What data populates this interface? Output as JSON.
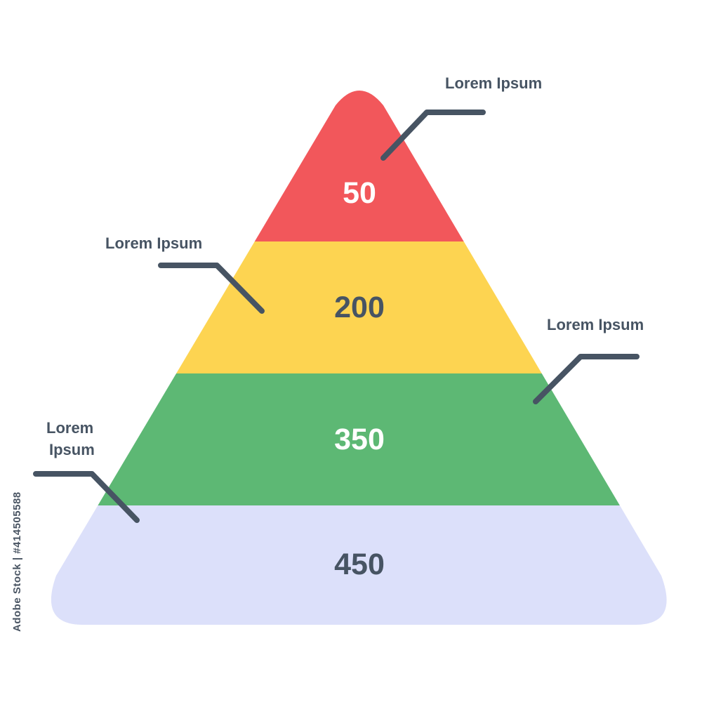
{
  "pyramid": {
    "tiers": [
      {
        "value": "50",
        "color": "#F2575B",
        "text_color": "#FFFFFF"
      },
      {
        "value": "200",
        "color": "#FDD451",
        "text_color": "#475463"
      },
      {
        "value": "350",
        "color": "#5DB874",
        "text_color": "#FFFFFF"
      },
      {
        "value": "450",
        "color": "#DCE0FA",
        "text_color": "#475463"
      }
    ]
  },
  "callouts": {
    "top_right": {
      "label": "Lorem Ipsum"
    },
    "mid_left": {
      "label": "Lorem Ipsum"
    },
    "mid_right": {
      "label": "Lorem Ipsum"
    },
    "bottom_left": {
      "line1": "Lorem",
      "line2": "Ipsum"
    }
  },
  "colors": {
    "ink": "#475463",
    "background": "#FFFFFF"
  },
  "watermark": {
    "text": "Adobe Stock | #414505588"
  }
}
